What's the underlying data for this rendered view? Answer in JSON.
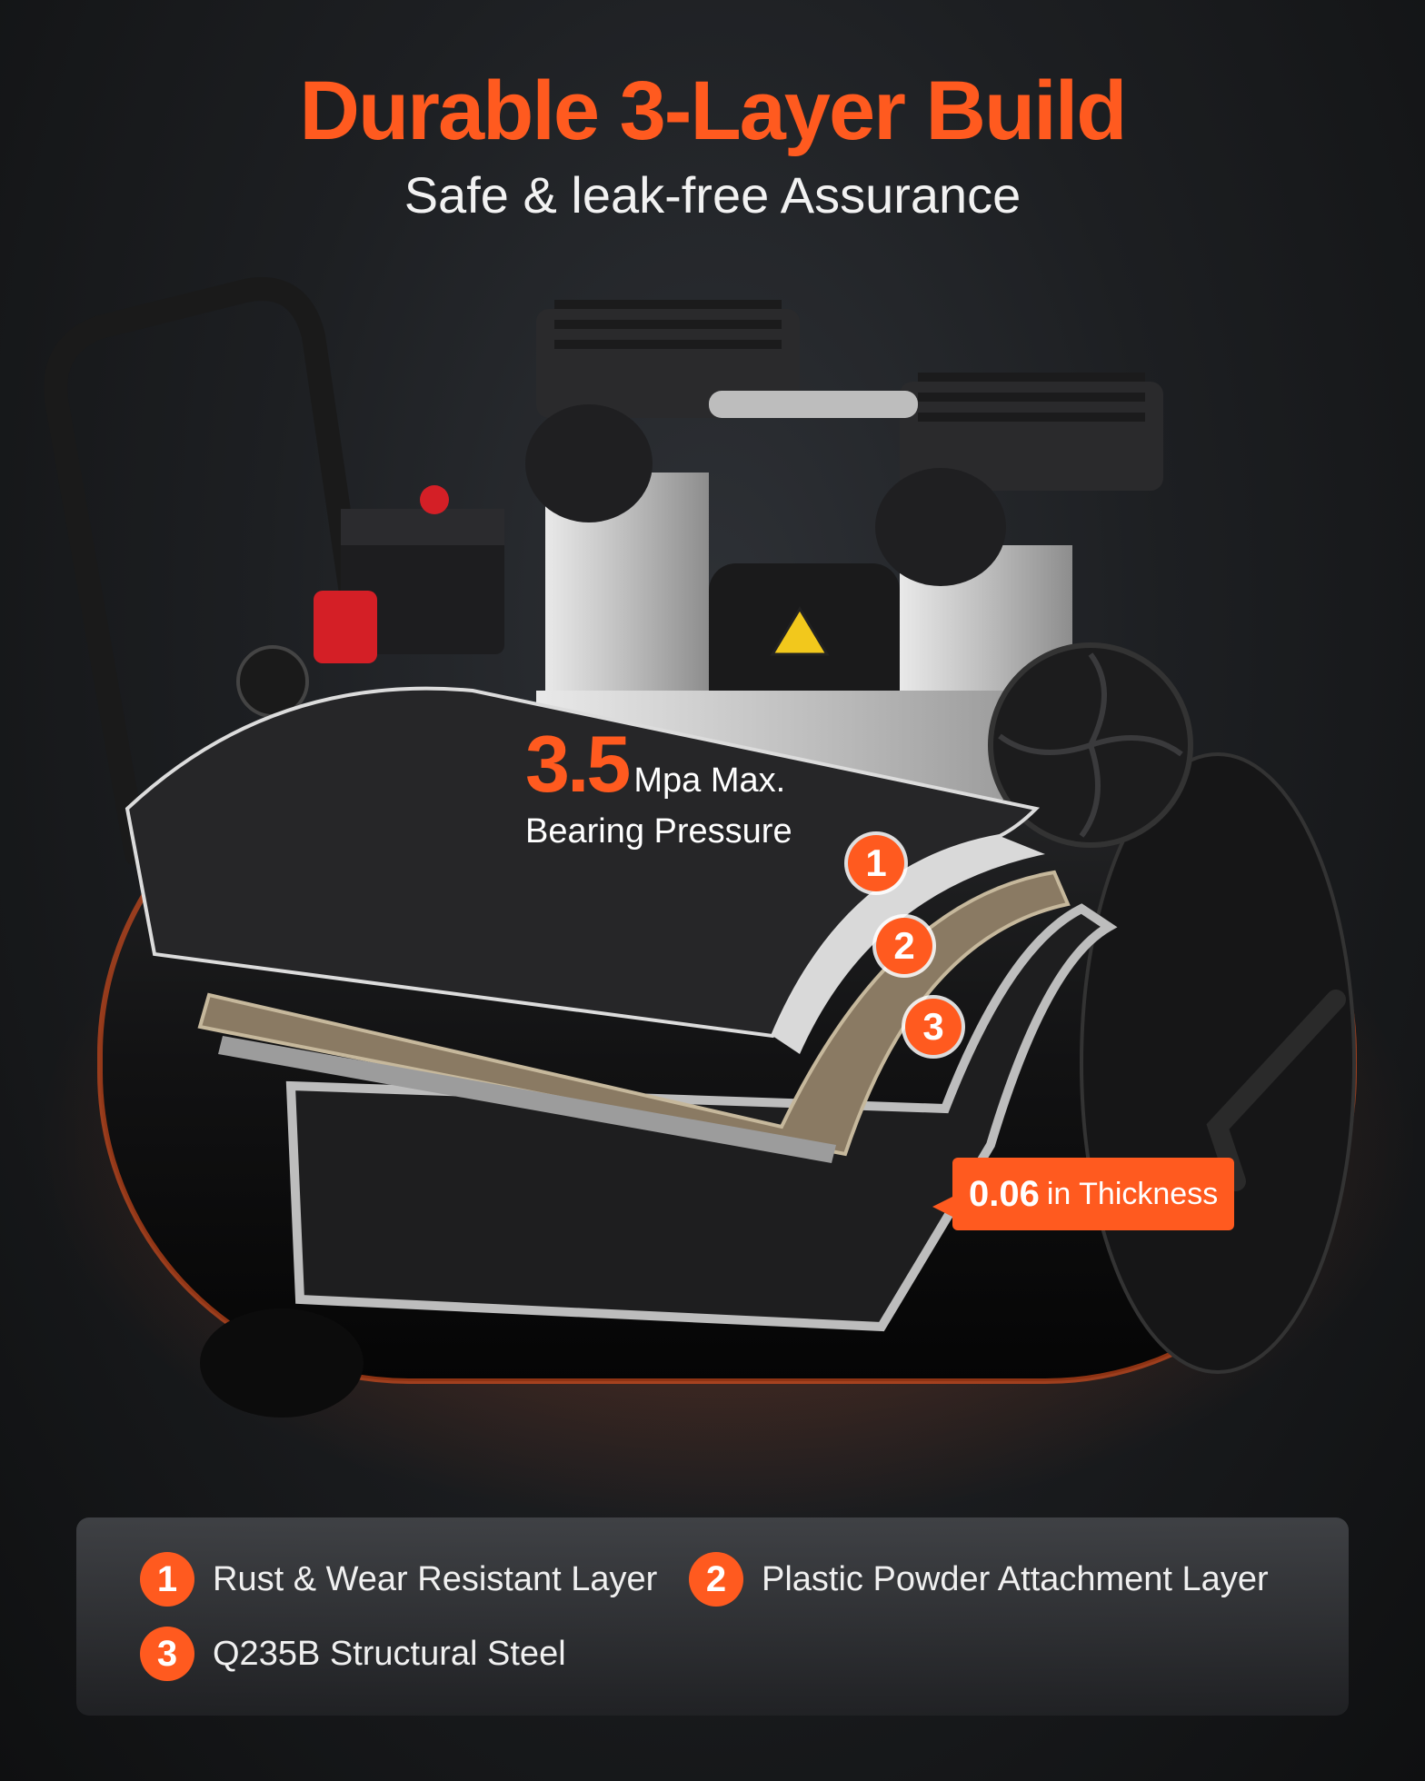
{
  "headline": "Durable 3-Layer Build",
  "subheadline": "Safe & leak-free Assurance",
  "pressure": {
    "value": "3.5",
    "unit": "Mpa Max.",
    "label": "Bearing Pressure"
  },
  "markers": [
    "1",
    "2",
    "3"
  ],
  "thickness": {
    "value": "0.06",
    "label": "in Thickness"
  },
  "legend": [
    {
      "number": "1",
      "text": "Rust & Wear Resistant Layer"
    },
    {
      "number": "2",
      "text": "Plastic Powder Attachment Layer"
    },
    {
      "number": "3",
      "text": "Q235B Structural Steel"
    }
  ],
  "colors": {
    "accent": "#ff5a1f",
    "background": "#1d1f22",
    "layer_rust": "#2b2b2d",
    "layer_powder": "#8a7a63",
    "layer_steel": "#9b9b9b"
  }
}
